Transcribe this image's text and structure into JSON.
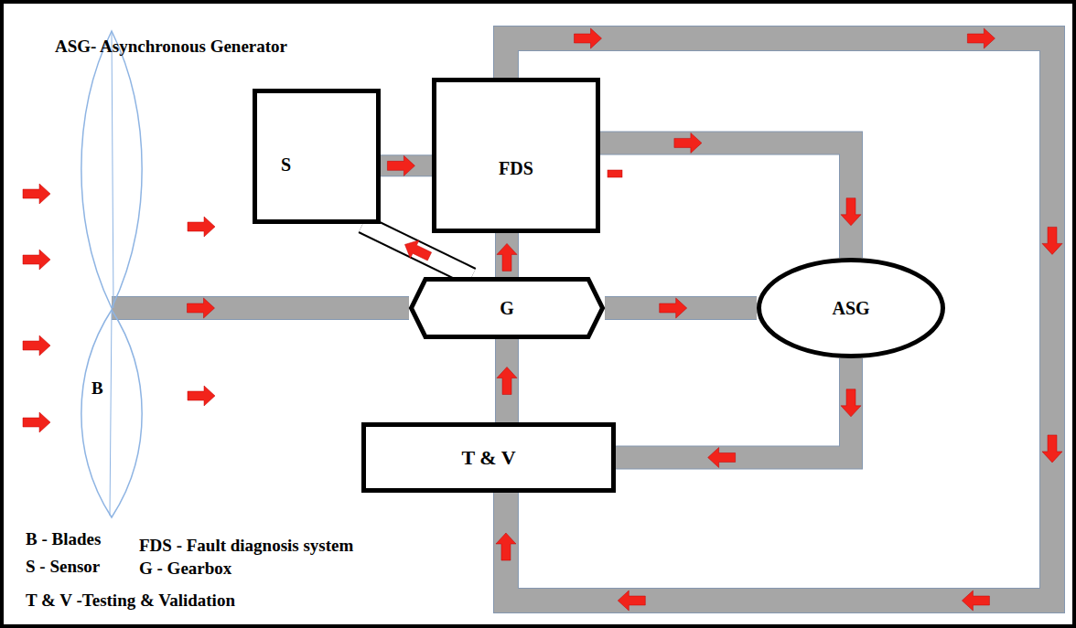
{
  "diagram": {
    "nodes": [
      {
        "text": [
          "B"
        ]
      },
      {
        "text": [
          "S"
        ]
      },
      {
        "text": [
          "FDS"
        ]
      },
      {
        "text": [
          "G"
        ]
      },
      {
        "text": [
          "ASG"
        ]
      },
      {
        "text": [
          "T & V"
        ]
      }
    ],
    "edges": [
      {
        "from": 0,
        "to": 3,
        "arrow": "to"
      },
      {
        "from": 3,
        "to": 1,
        "arrow": "to"
      },
      {
        "from": 1,
        "to": 2,
        "arrow": "to"
      },
      {
        "from": 3,
        "to": 2,
        "arrow": "to"
      },
      {
        "from": 3,
        "to": 4,
        "arrow": "to"
      },
      {
        "from": 2,
        "to": 4,
        "arrow": "to"
      },
      {
        "from": 4,
        "to": 5,
        "arrow": "to"
      },
      {
        "from": 5,
        "to": 3,
        "arrow": "to"
      },
      {
        "from": 2,
        "to": 5,
        "arrow": "to"
      }
    ],
    "labels": [
      "ASG- Asynchronous Generator",
      "B - Blades",
      "FDS - Fault diagnosis system",
      "S - Sensor",
      "G - Gearbox",
      "T & V -Testing & Validation"
    ]
  }
}
